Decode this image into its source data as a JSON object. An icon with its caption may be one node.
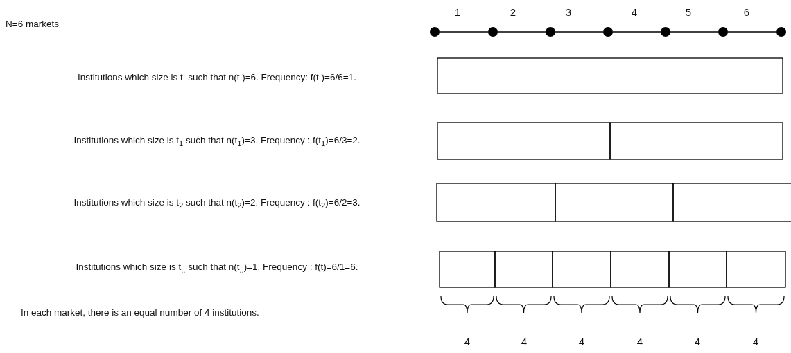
{
  "diagram": {
    "nodes": [
      {
        "text": [],
        "shape": "circle"
      },
      {
        "text": [],
        "shape": "circle"
      },
      {
        "text": [],
        "shape": "circle"
      },
      {
        "text": [],
        "shape": "circle"
      },
      {
        "text": [],
        "shape": "circle"
      },
      {
        "text": [],
        "shape": "circle"
      },
      {
        "text": [],
        "shape": "circle"
      }
    ],
    "edges": [
      {
        "from": 0,
        "to": 1,
        "arrow": "none"
      },
      {
        "from": 1,
        "to": 2,
        "arrow": "none"
      },
      {
        "from": 2,
        "to": 3,
        "arrow": "none"
      },
      {
        "from": 3,
        "to": 4,
        "arrow": "none"
      },
      {
        "from": 4,
        "to": 5,
        "arrow": "none"
      },
      {
        "from": 5,
        "to": 6,
        "arrow": "none"
      }
    ],
    "labels": [
      "1",
      "2",
      "3",
      "4",
      "5",
      "6",
      "N=6 markets",
      "Institutions which size is t$^{¨}$ such that n(t$^{¨}$)=6. Frequency: f(t$^{¨}$)=6/6=1.",
      "Institutions which size is t$_{1}$ such that n(t$_{1}$)=3. Frequency : f(t$_{1}$)=6/3=2.",
      "Institutions which size is t$_{2}$ such that n(t$_{2}$)=2. Frequency : f(t$_{2}$)=6/2=3.",
      "Institutions which size is t$_{..}$ such that n(t$_{..}$)=1. Frequency : f(t)=6/1=6.",
      "In each market, there is an equal number of 4 institutions.",
      "4",
      "4",
      "4",
      "4",
      "4",
      "4"
    ]
  }
}
